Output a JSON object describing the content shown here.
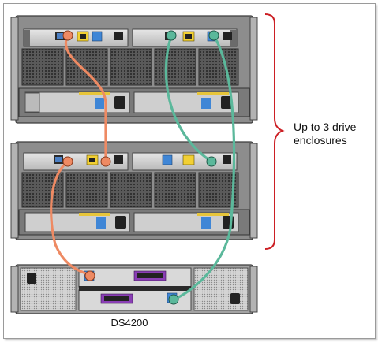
{
  "labels": {
    "enclosure_range": [
      "Up to 3 drive",
      "enclosures"
    ],
    "controller": "DS4200"
  },
  "cable_colors": {
    "orange": "#ee8a63",
    "green": "#5bb89b"
  },
  "bracket_color": "#cc1f24",
  "devices": [
    {
      "role": "drive-enclosure",
      "icon": "drive-enclosure-rear"
    },
    {
      "role": "drive-enclosure",
      "icon": "drive-enclosure-rear"
    },
    {
      "role": "storage-controller",
      "label_ref": "labels.controller",
      "icon": "controller-rear"
    }
  ]
}
